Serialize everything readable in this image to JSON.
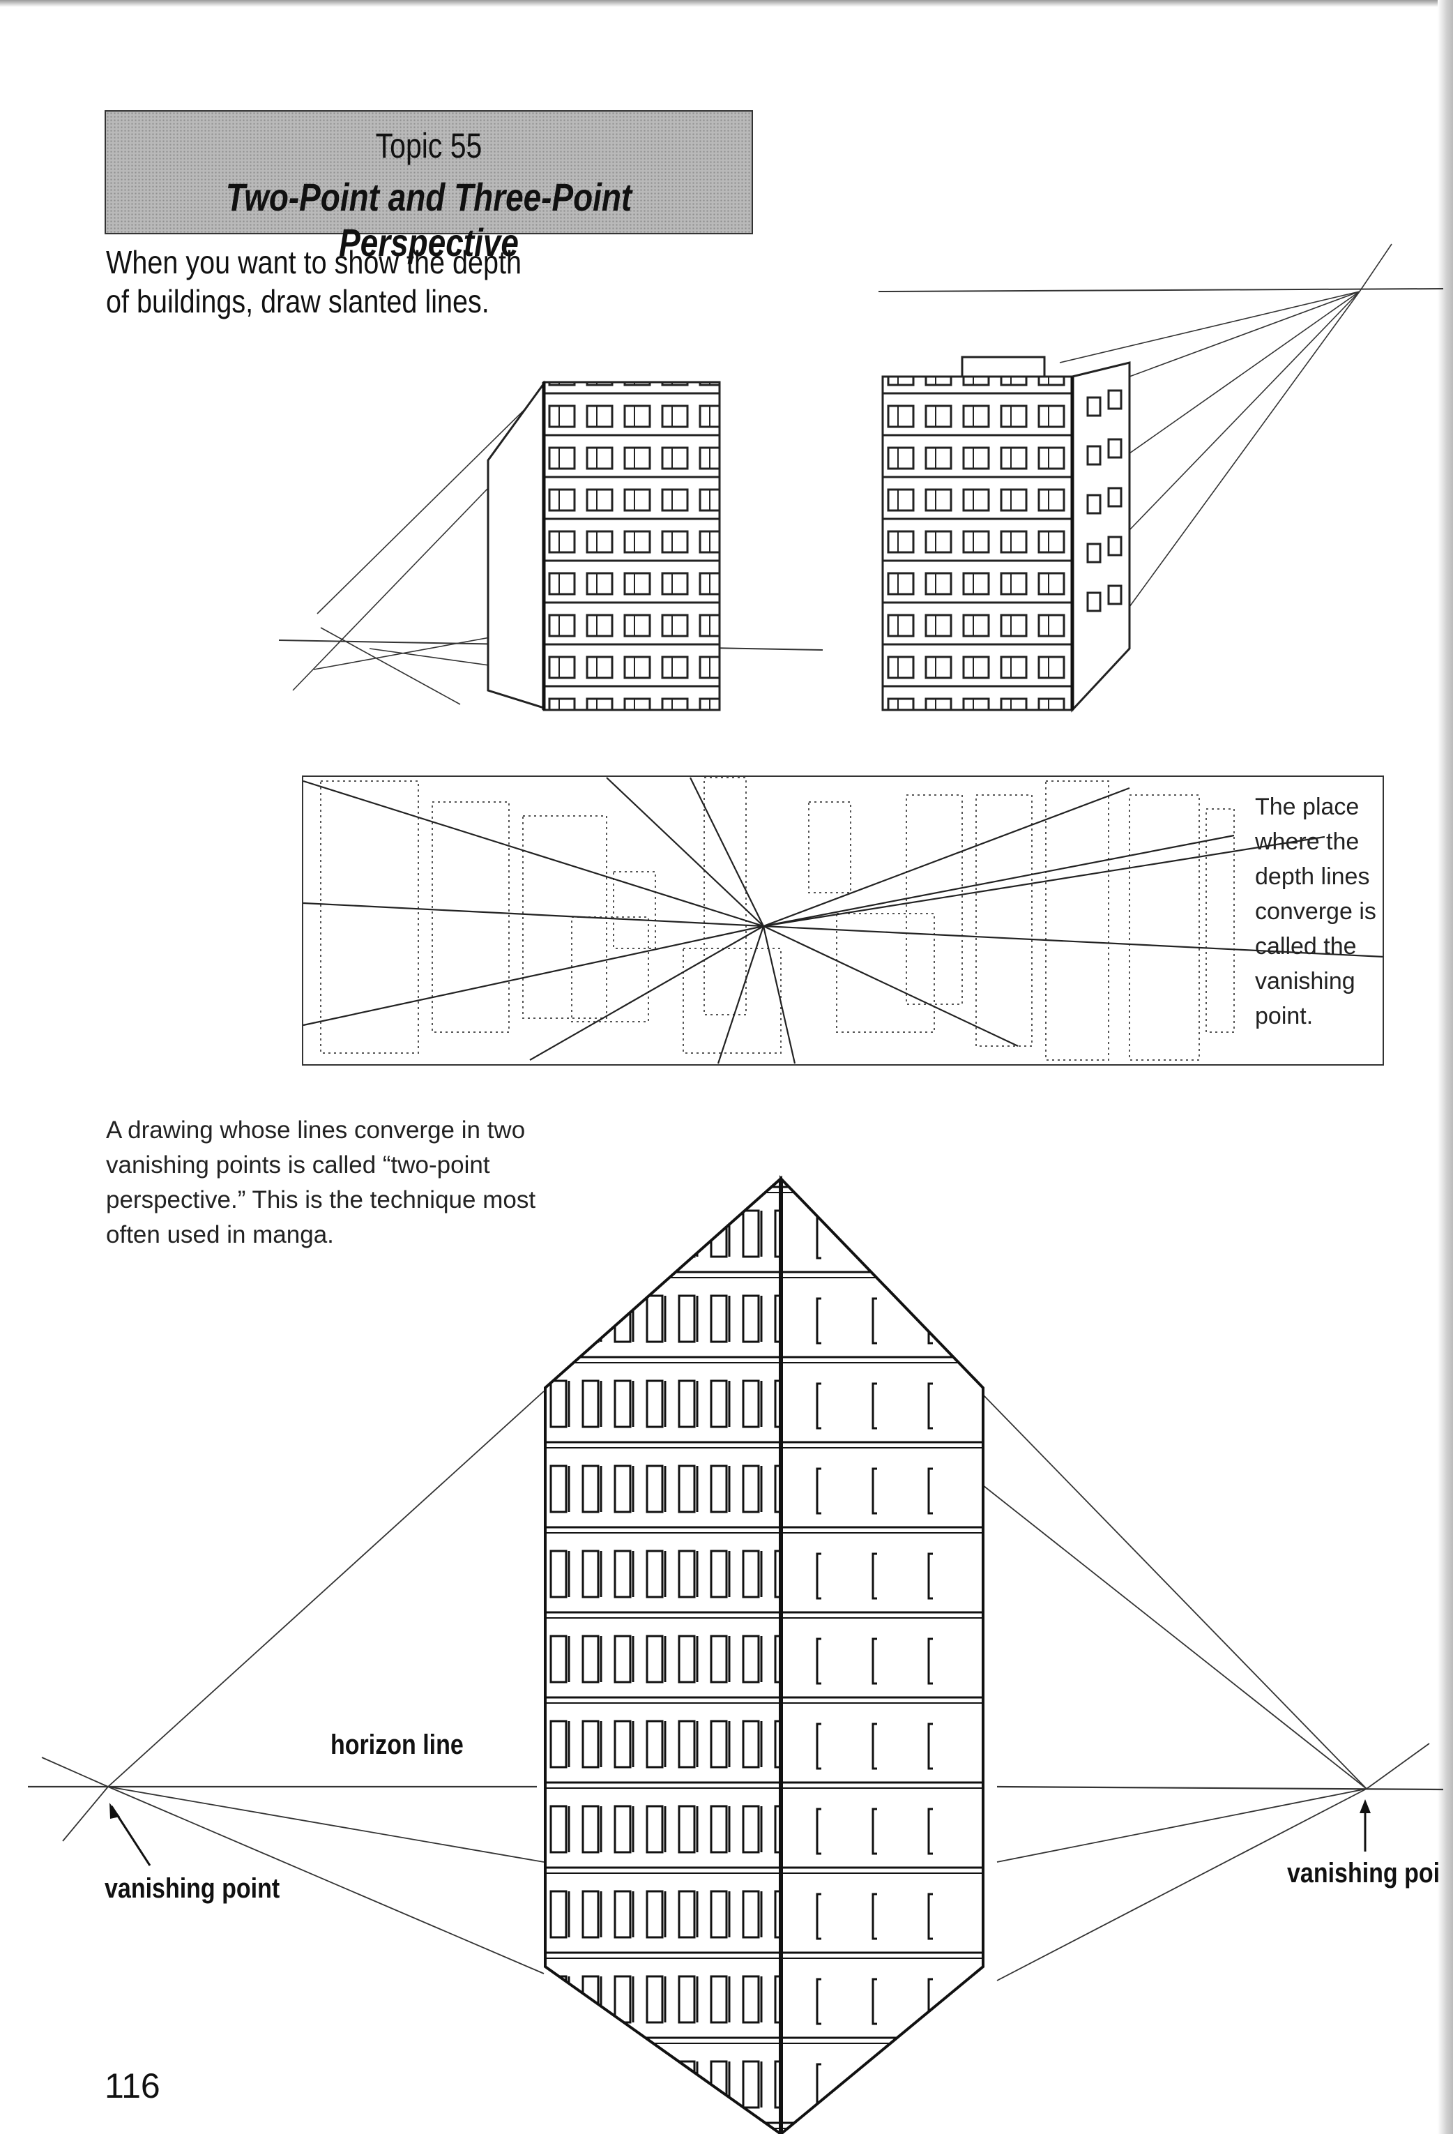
{
  "topic": {
    "number": "Topic 55",
    "title": "Two-Point and Three-Point Perspective"
  },
  "intro_text": "When you want to show the depth of buildings, draw slanted lines.",
  "vanishing_caption": "The place where the depth lines converge is called the vanishing point.",
  "two_point_caption": "A drawing whose lines converge in two vanishing points is called “two-point perspective.” This is the technique most often used in manga.",
  "labels": {
    "horizon_line": "horizon line",
    "vanishing_point_left": "vanishing point",
    "vanishing_point_right": "vanishing poi"
  },
  "page_number": "116"
}
